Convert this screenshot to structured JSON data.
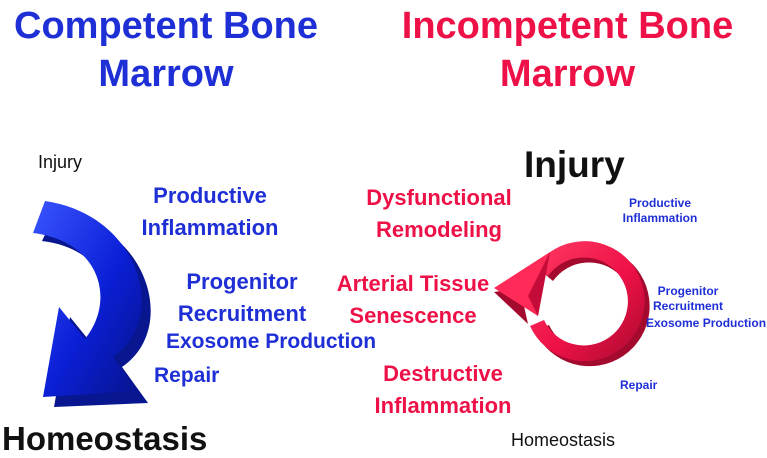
{
  "colors": {
    "competent": "#1f2fd6",
    "incompetent": "#ee1148",
    "text": "#111111"
  },
  "left": {
    "title_line1": "Competent Bone",
    "title_line2": "Marrow",
    "injury": "Injury",
    "steps": [
      "Productive",
      "Inflammation",
      "Progenitor",
      "Recruitment",
      "Exosome Production",
      "Repair"
    ],
    "outcome": "Homeostasis",
    "arrow_icon": "curved-arrow-icon"
  },
  "right": {
    "title_line1": "Incompetent Bone",
    "title_line2": "Marrow",
    "injury": "Injury",
    "cycle_labels": [
      "Dysfunctional",
      "Remodeling",
      "Arterial Tissue",
      "Senescence",
      "Destructive",
      "Inflammation"
    ],
    "side_labels": [
      "Productive",
      "Inflammation",
      "Progenitor",
      "Recruitment",
      "Exosome Production",
      "Repair"
    ],
    "outcome": "Homeostasis",
    "arrow_icon": "circular-arrow-icon"
  }
}
